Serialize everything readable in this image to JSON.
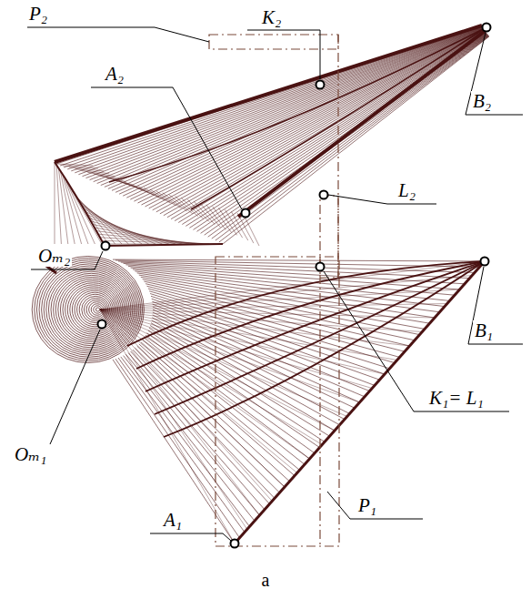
{
  "diagram": {
    "caption": "a",
    "labels": [
      "P₂",
      "K₂",
      "A₂",
      "B₂",
      "L₂",
      "Oₘ₂",
      "Oₘ₁",
      "B₁",
      "K₁= L₁",
      "P₁",
      "A₁"
    ]
  }
}
